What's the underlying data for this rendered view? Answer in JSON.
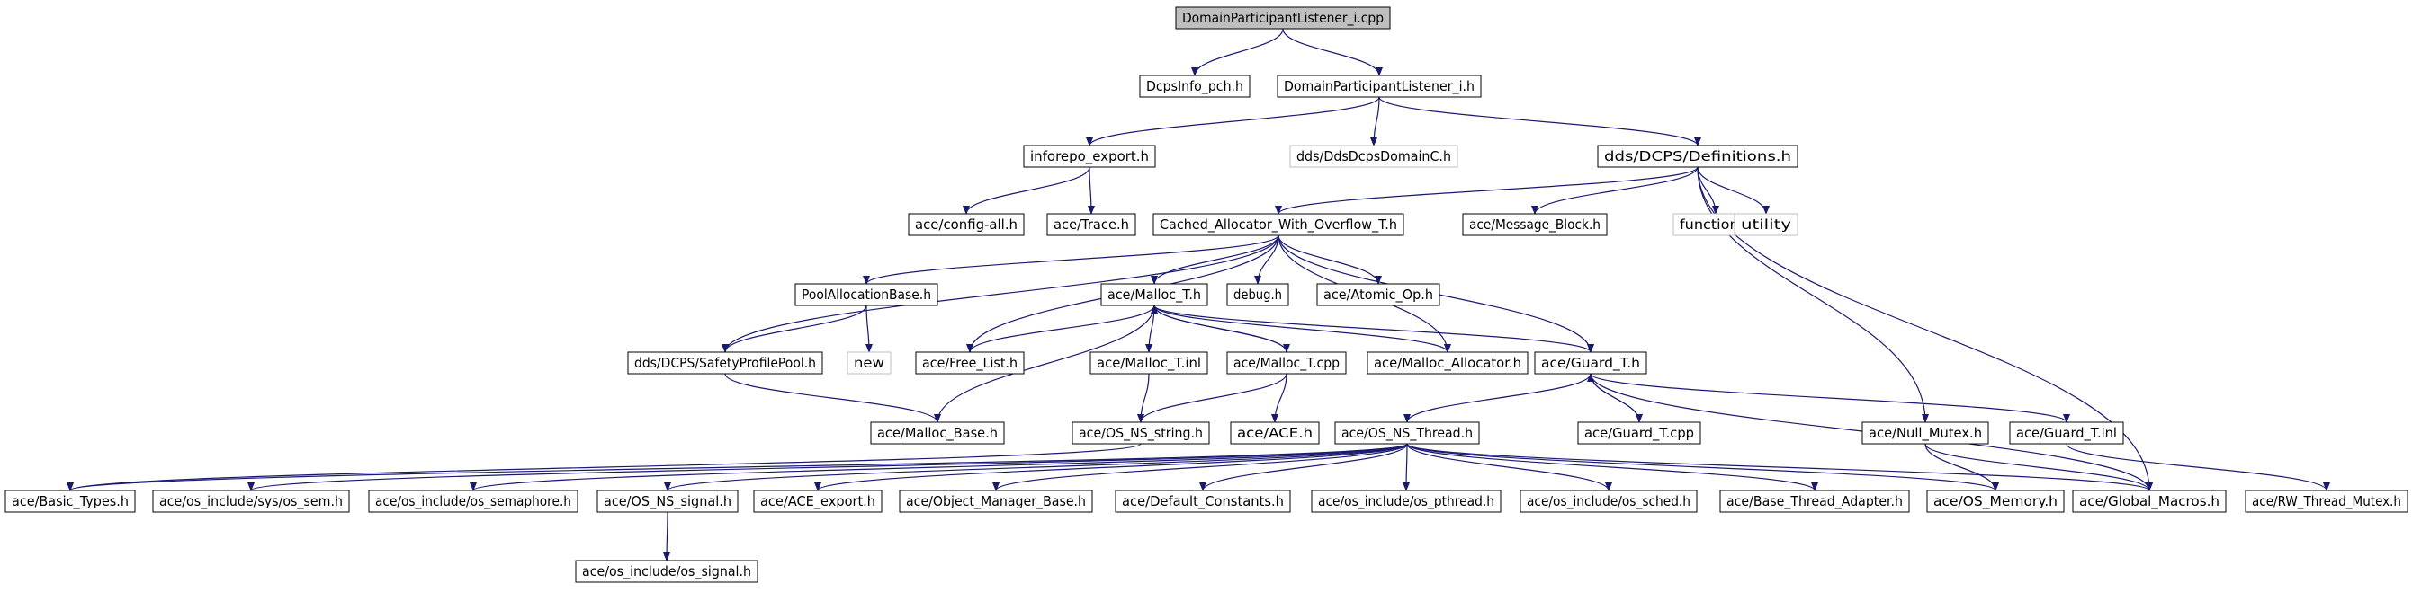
{
  "diagram": {
    "nodes": [
      {
        "id": "root",
        "label": "DomainParticipantListener_i.cpp",
        "style": "root"
      },
      {
        "id": "dcpsinfo",
        "label": "DcpsInfo_pch.h",
        "style": "normal"
      },
      {
        "id": "dpl_h",
        "label": "DomainParticipantListener_i.h",
        "style": "normal"
      },
      {
        "id": "inforepo",
        "label": "inforepo_export.h",
        "style": "normal"
      },
      {
        "id": "ddsdomainc",
        "label": "dds/DdsDcpsDomainC.h",
        "style": "missing"
      },
      {
        "id": "definitions",
        "label": "dds/DCPS/Definitions.h",
        "style": "normal"
      },
      {
        "id": "configall",
        "label": "ace/config-all.h",
        "style": "normal"
      },
      {
        "id": "trace",
        "label": "ace/Trace.h",
        "style": "normal"
      },
      {
        "id": "cached",
        "label": "Cached_Allocator_With_Overflow_T.h",
        "style": "normal"
      },
      {
        "id": "msgblock",
        "label": "ace/Message_Block.h",
        "style": "normal"
      },
      {
        "id": "functional",
        "label": "functional",
        "style": "missing"
      },
      {
        "id": "utility",
        "label": "utility",
        "style": "missing"
      },
      {
        "id": "poolalloc",
        "label": "PoolAllocationBase.h",
        "style": "normal"
      },
      {
        "id": "malloc_t_h",
        "label": "ace/Malloc_T.h",
        "style": "normal"
      },
      {
        "id": "debug",
        "label": "debug.h",
        "style": "normal"
      },
      {
        "id": "atomic",
        "label": "ace/Atomic_Op.h",
        "style": "normal"
      },
      {
        "id": "safety",
        "label": "dds/DCPS/SafetyProfilePool.h",
        "style": "normal"
      },
      {
        "id": "new",
        "label": "new",
        "style": "missing"
      },
      {
        "id": "freelist",
        "label": "ace/Free_List.h",
        "style": "normal"
      },
      {
        "id": "malloc_t_inl",
        "label": "ace/Malloc_T.inl",
        "style": "normal"
      },
      {
        "id": "malloc_t_cpp",
        "label": "ace/Malloc_T.cpp",
        "style": "normal"
      },
      {
        "id": "malloc_allocator",
        "label": "ace/Malloc_Allocator.h",
        "style": "normal"
      },
      {
        "id": "guard_t_h",
        "label": "ace/Guard_T.h",
        "style": "normal"
      },
      {
        "id": "malloc_base",
        "label": "ace/Malloc_Base.h",
        "style": "normal"
      },
      {
        "id": "os_ns_string",
        "label": "ace/OS_NS_string.h",
        "style": "normal"
      },
      {
        "id": "ace_h",
        "label": "ace/ACE.h",
        "style": "normal"
      },
      {
        "id": "os_ns_thread",
        "label": "ace/OS_NS_Thread.h",
        "style": "normal"
      },
      {
        "id": "guard_t_cpp",
        "label": "ace/Guard_T.cpp",
        "style": "normal"
      },
      {
        "id": "null_mutex",
        "label": "ace/Null_Mutex.h",
        "style": "normal"
      },
      {
        "id": "guard_t_inl",
        "label": "ace/Guard_T.inl",
        "style": "normal"
      },
      {
        "id": "basic_types",
        "label": "ace/Basic_Types.h",
        "style": "normal"
      },
      {
        "id": "os_sem",
        "label": "ace/os_include/sys/os_sem.h",
        "style": "normal"
      },
      {
        "id": "os_semaphore",
        "label": "ace/os_include/os_semaphore.h",
        "style": "normal"
      },
      {
        "id": "os_ns_signal",
        "label": "ace/OS_NS_signal.h",
        "style": "normal"
      },
      {
        "id": "ace_export",
        "label": "ace/ACE_export.h",
        "style": "normal"
      },
      {
        "id": "obj_mgr",
        "label": "ace/Object_Manager_Base.h",
        "style": "normal"
      },
      {
        "id": "def_consts",
        "label": "ace/Default_Constants.h",
        "style": "normal"
      },
      {
        "id": "os_pthread",
        "label": "ace/os_include/os_pthread.h",
        "style": "normal"
      },
      {
        "id": "os_sched",
        "label": "ace/os_include/os_sched.h",
        "style": "normal"
      },
      {
        "id": "base_thread",
        "label": "ace/Base_Thread_Adapter.h",
        "style": "normal"
      },
      {
        "id": "os_memory",
        "label": "ace/OS_Memory.h",
        "style": "normal"
      },
      {
        "id": "global_macros",
        "label": "ace/Global_Macros.h",
        "style": "normal"
      },
      {
        "id": "rw_thread",
        "label": "ace/RW_Thread_Mutex.h",
        "style": "normal"
      },
      {
        "id": "os_signal",
        "label": "ace/os_include/os_signal.h",
        "style": "normal"
      }
    ],
    "edges": [
      [
        "root",
        "dcpsinfo"
      ],
      [
        "root",
        "dpl_h"
      ],
      [
        "dpl_h",
        "inforepo"
      ],
      [
        "dpl_h",
        "ddsdomainc"
      ],
      [
        "dpl_h",
        "definitions"
      ],
      [
        "inforepo",
        "configall"
      ],
      [
        "inforepo",
        "trace"
      ],
      [
        "definitions",
        "cached"
      ],
      [
        "definitions",
        "msgblock"
      ],
      [
        "definitions",
        "functional"
      ],
      [
        "definitions",
        "utility"
      ],
      [
        "definitions",
        "null_mutex"
      ],
      [
        "definitions",
        "global_macros"
      ],
      [
        "cached",
        "poolalloc"
      ],
      [
        "cached",
        "malloc_t_h"
      ],
      [
        "cached",
        "debug"
      ],
      [
        "cached",
        "atomic"
      ],
      [
        "cached",
        "safety"
      ],
      [
        "cached",
        "freelist"
      ],
      [
        "cached",
        "malloc_allocator"
      ],
      [
        "cached",
        "guard_t_h"
      ],
      [
        "poolalloc",
        "safety"
      ],
      [
        "poolalloc",
        "new"
      ],
      [
        "malloc_t_h",
        "freelist"
      ],
      [
        "malloc_t_h",
        "malloc_t_inl"
      ],
      [
        "malloc_t_h",
        "malloc_t_cpp"
      ],
      [
        "malloc_t_h",
        "malloc_allocator"
      ],
      [
        "malloc_t_h",
        "guard_t_h"
      ],
      [
        "malloc_t_h",
        "malloc_base"
      ],
      [
        "malloc_t_cpp",
        "malloc_t_h"
      ],
      [
        "malloc_t_cpp",
        "os_ns_string"
      ],
      [
        "malloc_t_cpp",
        "ace_h"
      ],
      [
        "malloc_t_inl",
        "os_ns_string"
      ],
      [
        "safety",
        "malloc_base"
      ],
      [
        "guard_t_h",
        "os_ns_thread"
      ],
      [
        "guard_t_h",
        "guard_t_cpp"
      ],
      [
        "guard_t_h",
        "guard_t_inl"
      ],
      [
        "guard_t_h",
        "global_macros"
      ],
      [
        "guard_t_cpp",
        "guard_t_h"
      ],
      [
        "guard_t_inl",
        "rw_thread"
      ],
      [
        "null_mutex",
        "os_memory"
      ],
      [
        "null_mutex",
        "global_macros"
      ],
      [
        "os_ns_string",
        "basic_types"
      ],
      [
        "os_ns_thread",
        "basic_types"
      ],
      [
        "os_ns_thread",
        "os_sem"
      ],
      [
        "os_ns_thread",
        "os_semaphore"
      ],
      [
        "os_ns_thread",
        "os_ns_signal"
      ],
      [
        "os_ns_thread",
        "ace_export"
      ],
      [
        "os_ns_thread",
        "obj_mgr"
      ],
      [
        "os_ns_thread",
        "def_consts"
      ],
      [
        "os_ns_thread",
        "os_pthread"
      ],
      [
        "os_ns_thread",
        "os_sched"
      ],
      [
        "os_ns_thread",
        "base_thread"
      ],
      [
        "os_ns_thread",
        "os_memory"
      ],
      [
        "os_ns_thread",
        "global_macros"
      ],
      [
        "os_ns_signal",
        "os_signal"
      ]
    ]
  }
}
